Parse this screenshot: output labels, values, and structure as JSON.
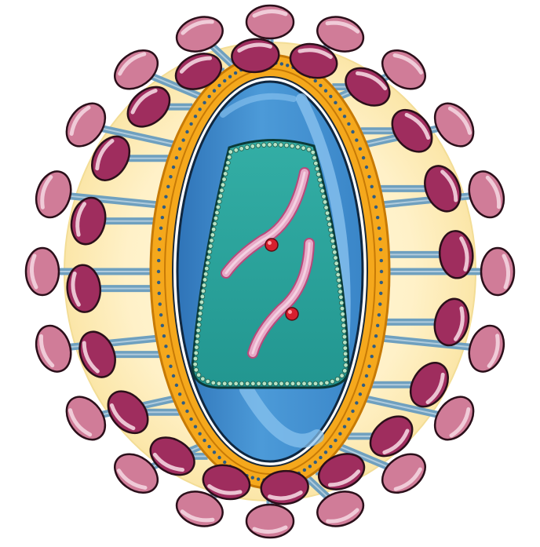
{
  "illustration": {
    "kind": "virus-particle-cross-section",
    "spike_count": 40,
    "genome_strand_count": 2,
    "colors": {
      "background": "#ffffff",
      "spike_head_fill": "#d07c98",
      "spike_head_dark": "#9f2d5e",
      "spike_head_highlight": "#f3d4df",
      "spike_head_outline": "#2b0f1a",
      "spike_stalk": "#6fa0bf",
      "halo_outer": "#fbedc0",
      "halo_inner": "#fff8df",
      "envelope_orange": "#f5a81c",
      "envelope_dark": "#c77a06",
      "envelope_beads": "#2f5d83",
      "membrane_white": "#ffffff",
      "capsid_blue": "#3f8fd2",
      "capsid_light": "#8cc4f0",
      "core_teal": "#2aa59e",
      "core_teal_dark": "#1e7f7c",
      "core_beads": "#b7e3c6",
      "strand_fill": "#e7a9c6",
      "strand_dark": "#b8497b",
      "enzyme_dot": "#d6202e"
    }
  }
}
